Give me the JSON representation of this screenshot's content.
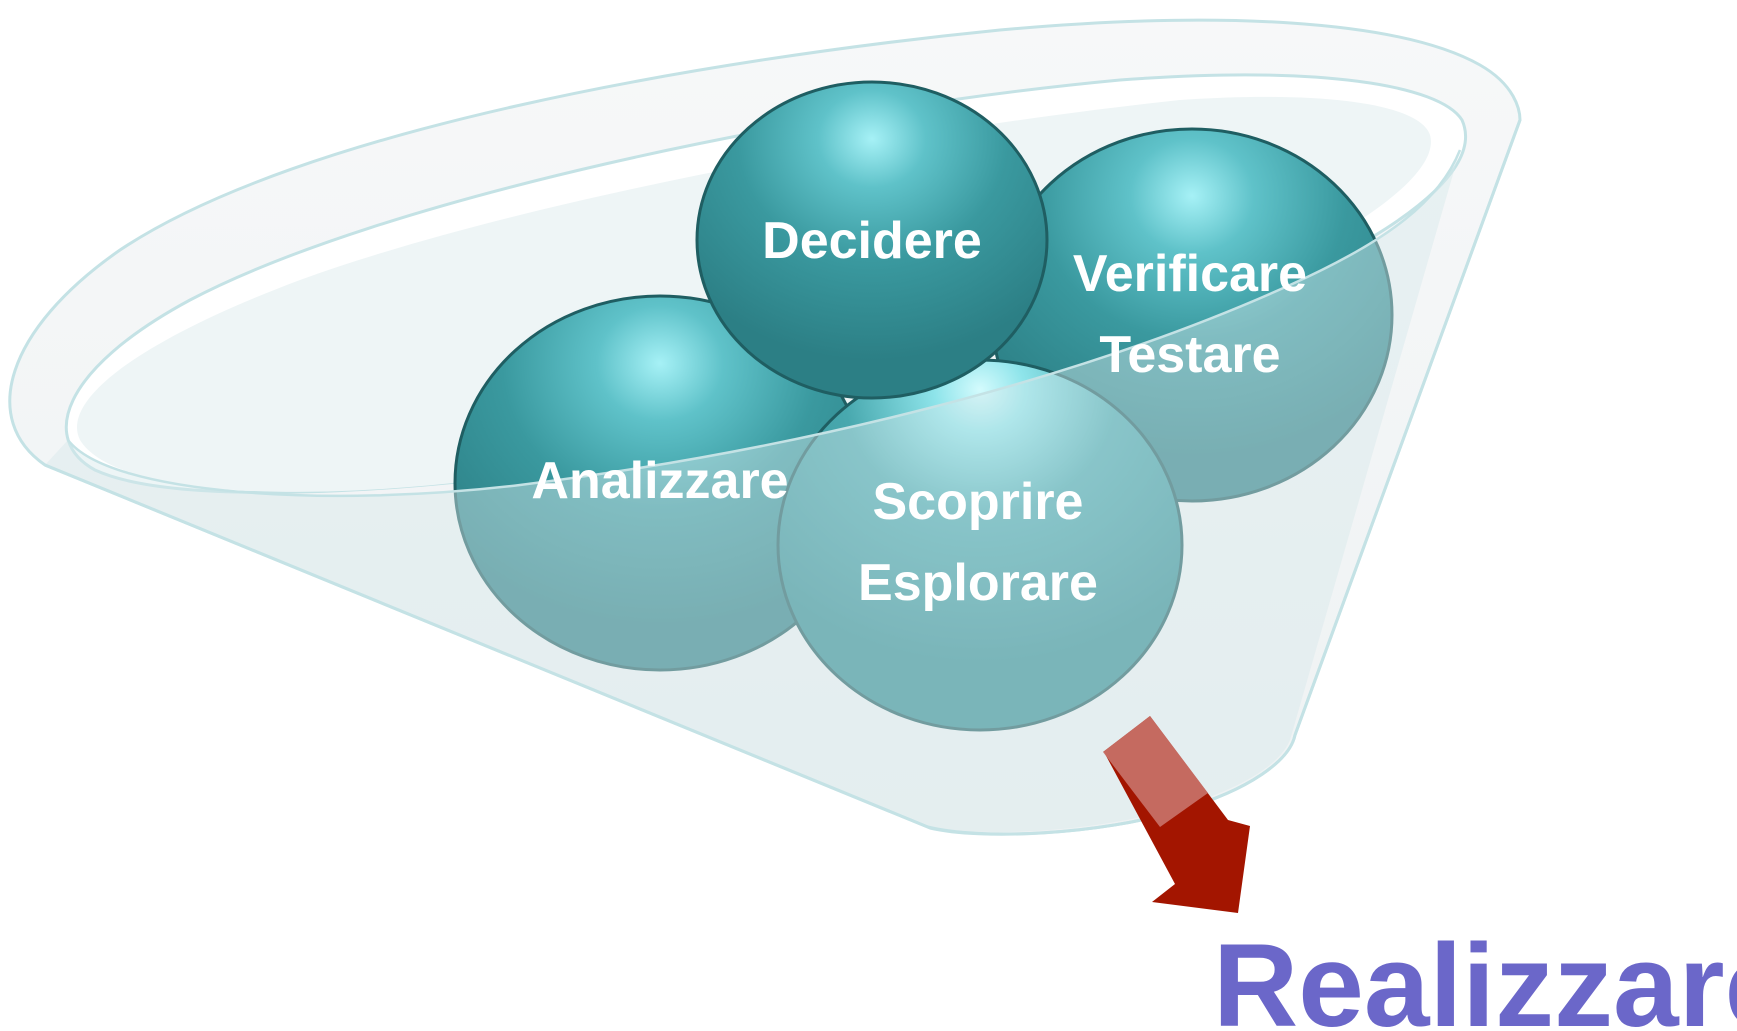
{
  "diagram": {
    "spheres": {
      "analizzare": {
        "line1": "Analizzare"
      },
      "decidere": {
        "line1": "Decidere"
      },
      "verificare": {
        "line1": "Verificare",
        "line2": "Testare"
      },
      "scoprire": {
        "line1": "Scoprire",
        "line2": "Esplorare"
      }
    },
    "result_label": "Realizzare"
  },
  "colors": {
    "sphere_dark": "#2f8f95",
    "sphere_highlight": "#9fe9ef",
    "sphere_behind_glass": "#87b9bb",
    "funnel_stroke": "#bfe0e3",
    "funnel_fill": "#f4f6f7",
    "arrow": "#a31500",
    "result_text": "#6b67c9"
  }
}
